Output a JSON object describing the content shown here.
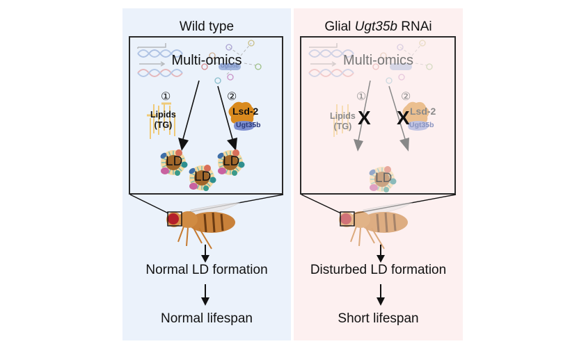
{
  "panels": {
    "wild_type": {
      "title": "Wild type",
      "multiomics_label": "Multi-omics",
      "network_node_label": "Ugt35b",
      "pathway1_number": "①",
      "pathway1_label": "Lipids (TG)",
      "pathway1_line1": "Lipids",
      "pathway1_line2": "(TG)",
      "pathway2_number": "②",
      "pathway2_protein": "Lsd-2",
      "pathway2_partner": "Ugt35b",
      "lipid_droplet_label": "LD",
      "lipid_droplet_count": 3,
      "outcome1": "Normal LD formation",
      "outcome2": "Normal lifespan"
    },
    "rnai": {
      "title_prefix": "Glial ",
      "title_gene": "Ugt35b",
      "title_suffix": " RNAi",
      "multiomics_label": "Multi-omics",
      "network_node_label": "Ugt35b",
      "pathway1_number": "①",
      "pathway1_line1": "Lipids",
      "pathway1_line2": "(TG)",
      "pathway2_number": "②",
      "pathway2_protein": "Lsd-2",
      "pathway2_partner": "Ugt35b",
      "block_mark": "X",
      "lipid_droplet_label": "LD",
      "lipid_droplet_count": 1,
      "outcome1": "Disturbed LD formation",
      "outcome2": "Short lifespan"
    }
  },
  "colors": {
    "wild_type_bg": "#ebf2fb",
    "rnai_bg": "#fdf0f0",
    "lsd2_blob": "#d98a1e",
    "ugt35b_blob": "#7d8fd0",
    "fly_eye": "#b3202a",
    "fly_body": "#c8813a"
  }
}
